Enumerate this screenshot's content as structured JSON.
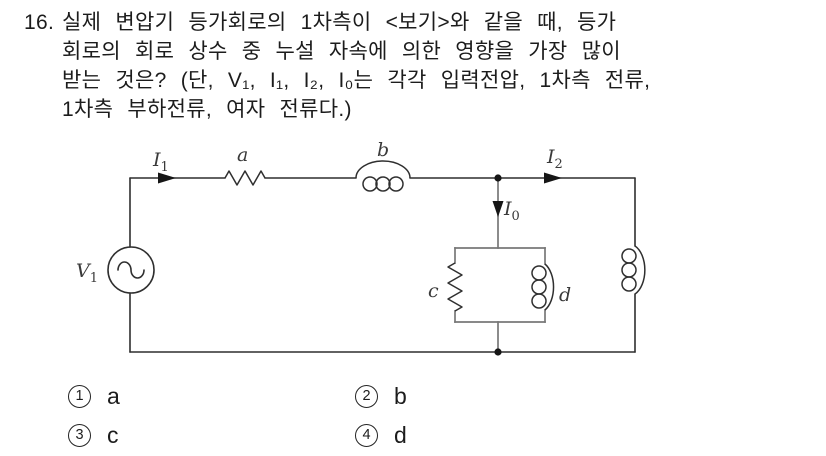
{
  "question": {
    "number": "16.",
    "lines": [
      "실제 변압기 등가회로의 1차측이 <보기>와 같을 때, 등가",
      "회로의 회로 상수 중 누설 자속에 의한 영향을 가장 많이",
      "받는 것은? (단, V₁, I₁, I₂, I₀는 각각 입력전압, 1차측 전류,",
      "1차측 부하전류, 여자 전류다.)"
    ]
  },
  "circuit": {
    "labels": {
      "v1": {
        "base": "V",
        "sub": "1"
      },
      "i1": {
        "base": "I",
        "sub": "1"
      },
      "i2": {
        "base": "I",
        "sub": "2"
      },
      "i0": {
        "base": "I",
        "sub": "0"
      },
      "a": "a",
      "b": "b",
      "c": "c",
      "d": "d"
    },
    "colors": {
      "wire": "#2f2f2f",
      "shunt_frame": "#787878",
      "label_text": "#3a3a3a",
      "background": "#ffffff"
    }
  },
  "options": [
    {
      "num": "1",
      "label": "a"
    },
    {
      "num": "2",
      "label": "b"
    },
    {
      "num": "3",
      "label": "c"
    },
    {
      "num": "4",
      "label": "d"
    }
  ]
}
